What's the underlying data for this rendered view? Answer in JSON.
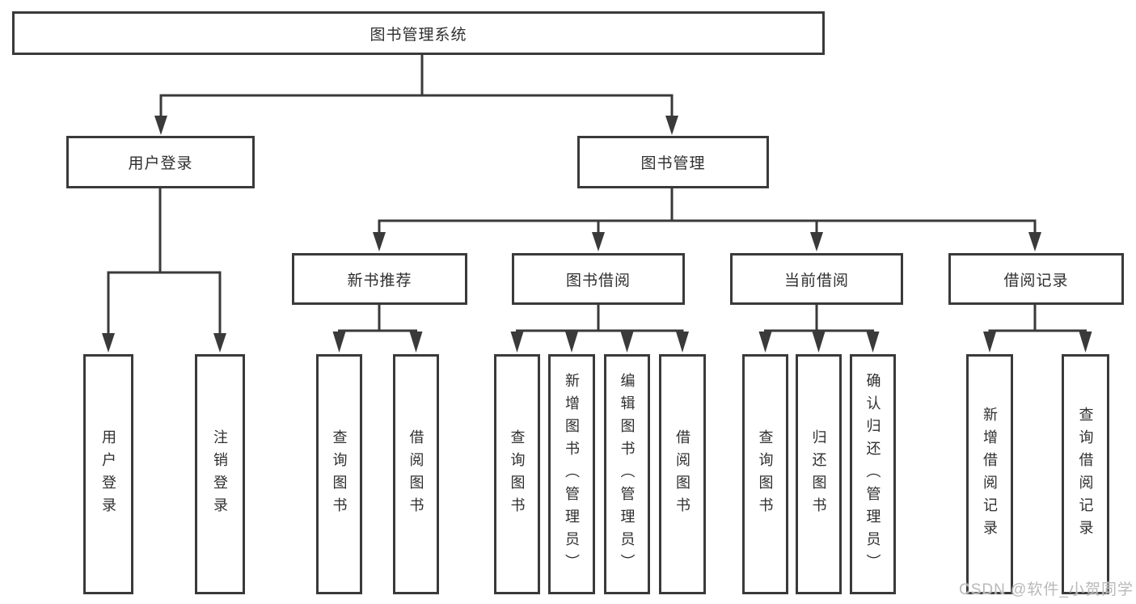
{
  "diagram": {
    "root": "图书管理系统",
    "level2": {
      "user_login": "用户登录",
      "book_mgmt": "图书管理"
    },
    "level3": {
      "new_books": "新书推荐",
      "borrowing": "图书借阅",
      "current": "当前借阅",
      "records": "借阅记录"
    },
    "leaves": {
      "user_login": [
        "用户登录",
        "注销登录"
      ],
      "new_books": [
        "查询图书",
        "借阅图书"
      ],
      "borrowing": [
        "查询图书",
        "新增图书（管理员）",
        "编辑图书（管理员）",
        "借阅图书"
      ],
      "current": [
        "查询图书",
        "归还图书",
        "确认归还（管理员）"
      ],
      "records": [
        "新增借阅记录",
        "查询借阅记录"
      ]
    }
  },
  "watermark": {
    "text": "CSDN @软件_小贺同学"
  },
  "colors": {
    "line": "#3a3a3a",
    "text": "#2f2f2f",
    "watermark": "#b9b9b9",
    "background": "#ffffff"
  }
}
